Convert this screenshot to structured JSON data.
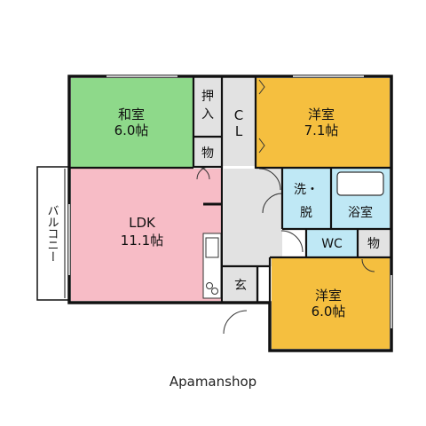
{
  "rooms": {
    "washitsu": {
      "name": "和室",
      "size": "6.0帖"
    },
    "yoshitsu_top": {
      "name": "洋室",
      "size": "7.1帖"
    },
    "ldk": {
      "name": "LDK",
      "size": "11.1帖"
    },
    "yoshitsu_bottom": {
      "name": "洋室",
      "size": "6.0帖"
    },
    "oshiire": "押入",
    "closet": "CL",
    "storage_top": "物",
    "storage_bottom": "物",
    "senmen": "洗・脱",
    "bath": "浴室",
    "wc": "WC",
    "genkan": "玄",
    "balcony": "バルコニー"
  },
  "colors": {
    "washitsu": "#8ed98a",
    "yoshitsu": "#f5bf3f",
    "ldk": "#f7bcc6",
    "wet": "#bfe8f5",
    "wall": "#111111",
    "floor": "#e2e2e2"
  },
  "credit": "Apamanshop"
}
